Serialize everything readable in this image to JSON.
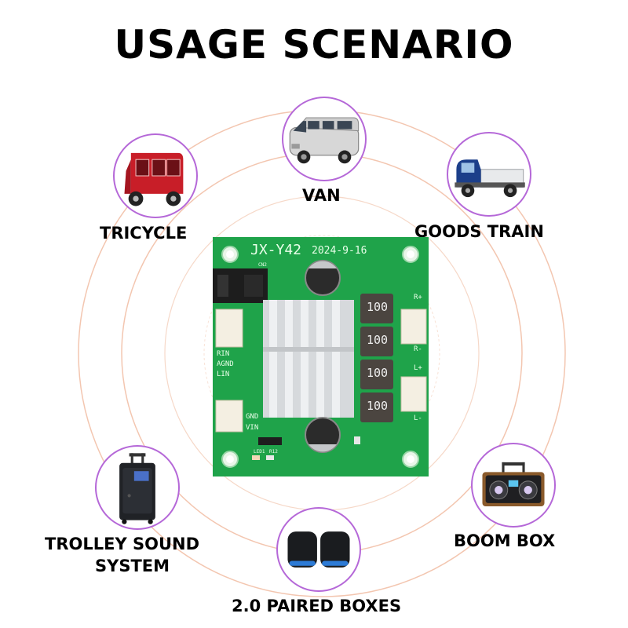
{
  "page": {
    "title": "USAGE SCENARIO"
  },
  "scenarios": [
    {
      "label": "VAN",
      "icon": "van-icon"
    },
    {
      "label": "TRICYCLE",
      "icon": "tricycle-icon"
    },
    {
      "label": "GOODS TRAIN",
      "icon": "truck-icon"
    },
    {
      "label": "TROLLEY SOUND",
      "label_line2": "SYSTEM",
      "icon": "trolley-speaker-icon"
    },
    {
      "label": "BOOM BOX",
      "icon": "boombox-icon"
    },
    {
      "label": "2.0 PAIRED BOXES",
      "icon": "paired-speakers-icon"
    }
  ],
  "board": {
    "model": "JX-Y42",
    "date": "2024-9-16",
    "inductor_label": "100",
    "pins_left_top": [
      "RIN",
      "AGND",
      "LIN"
    ],
    "pins_left_bottom": [
      "GND",
      "VIN"
    ],
    "pins_right": [
      "R+",
      "R-",
      "L+",
      "L-"
    ],
    "silk_cn2": "CN2",
    "silk_led": "LED1",
    "silk_r12": "R12"
  },
  "colors": {
    "ring": "#f0b9a0",
    "circle_border": "#b568d8",
    "pcb": "#1fa34a"
  }
}
